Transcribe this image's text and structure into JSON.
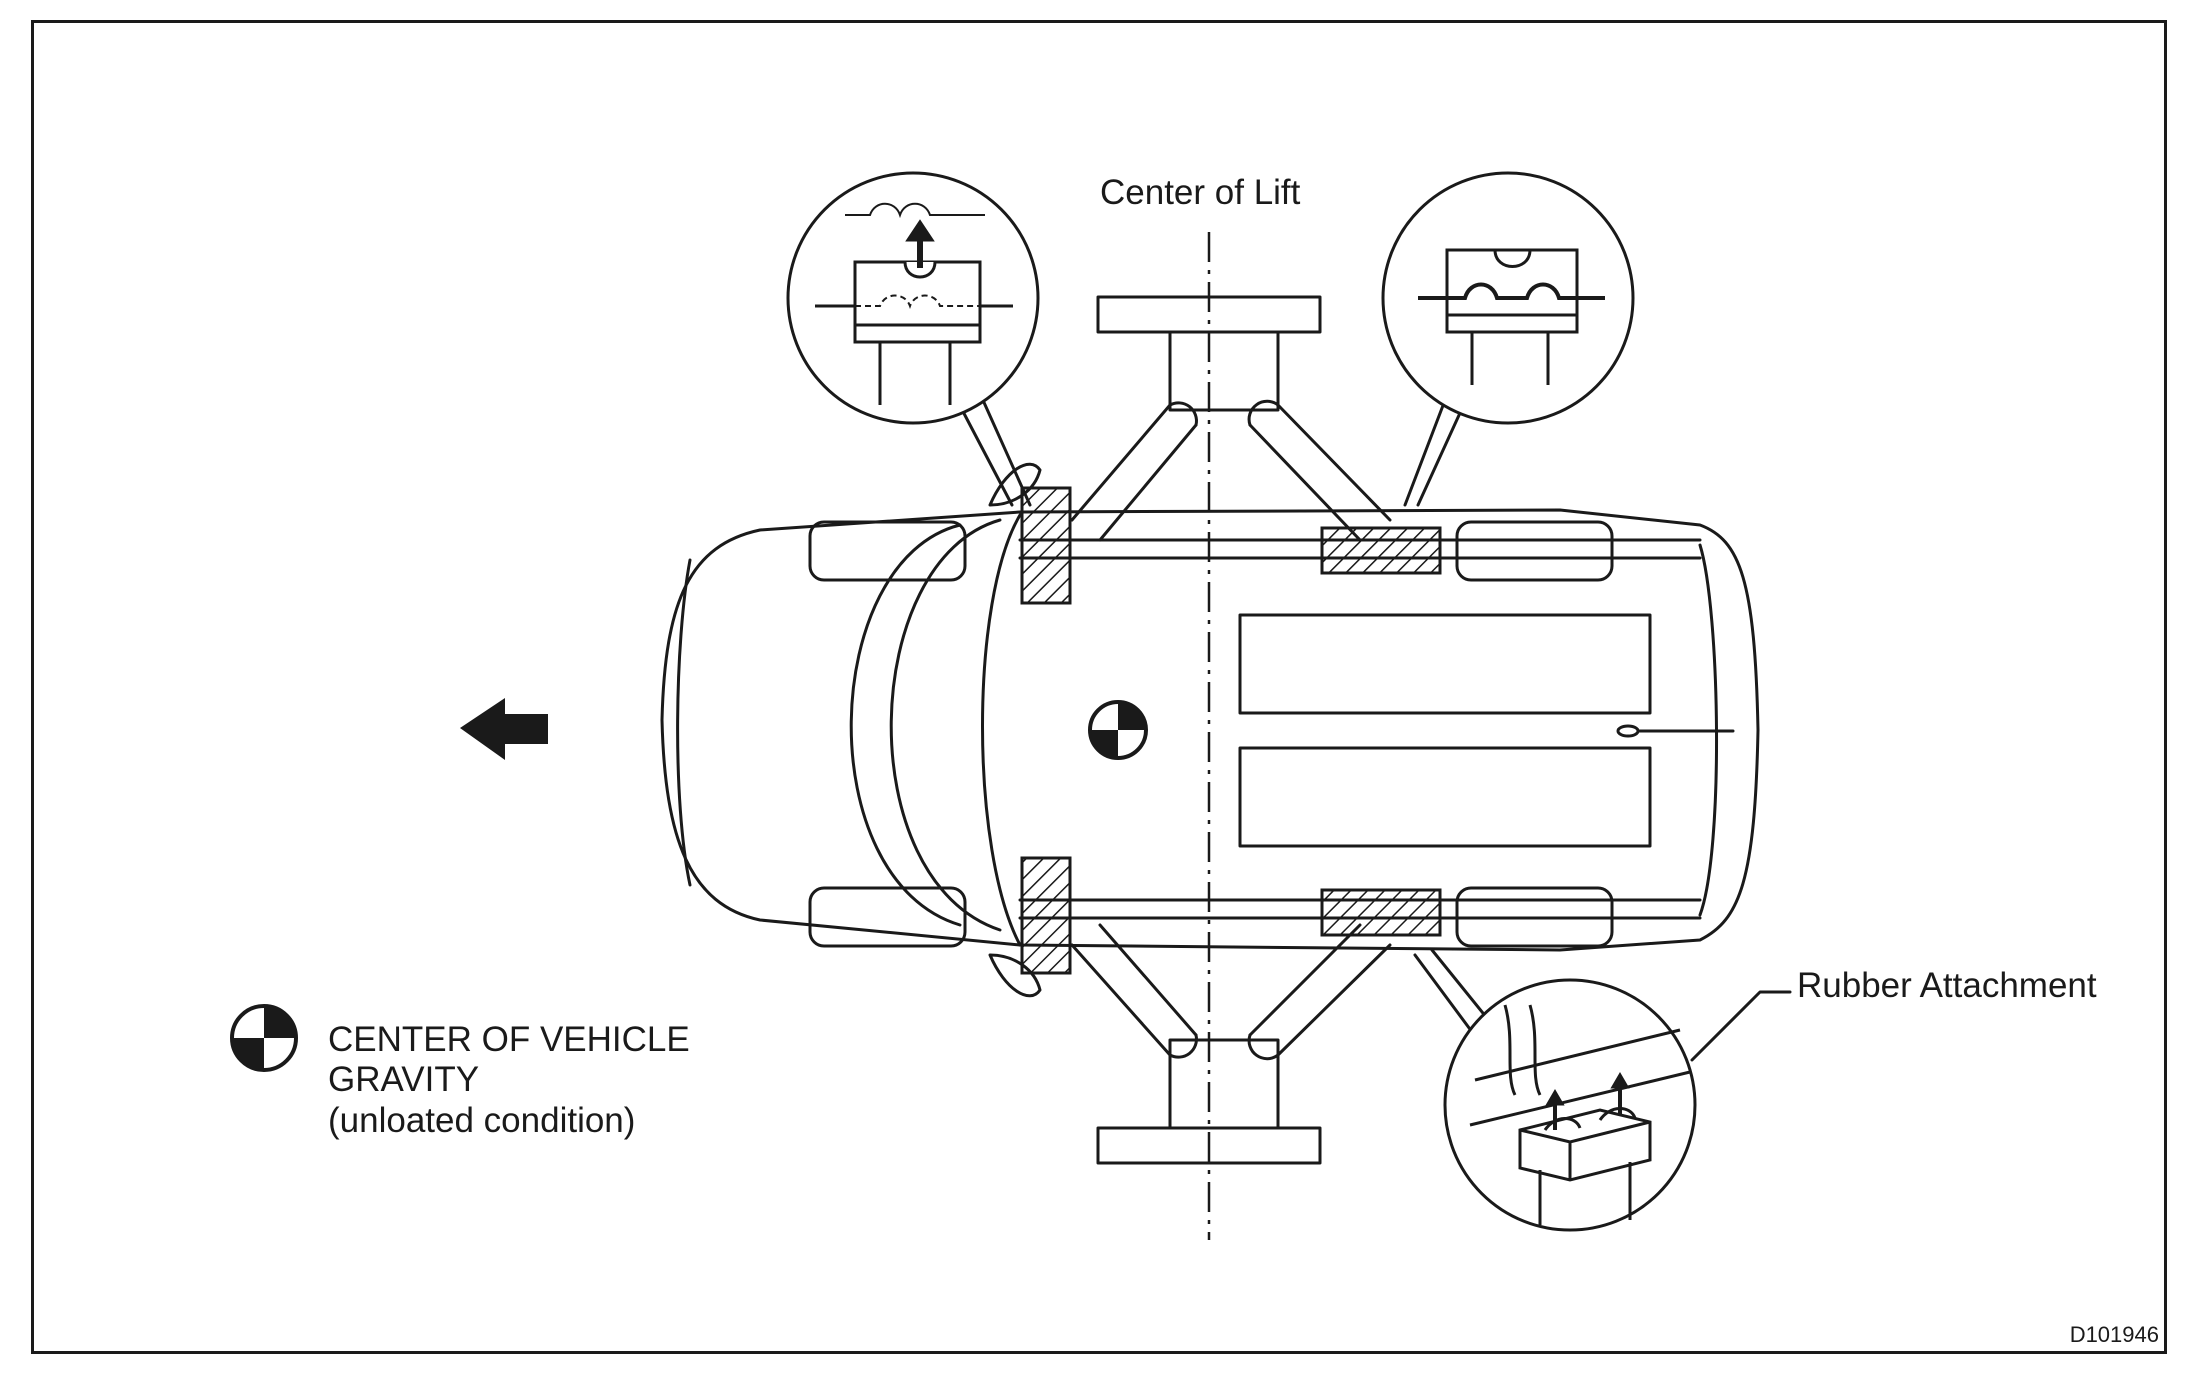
{
  "labels": {
    "center_of_lift": "Center of Lift",
    "rubber_attachment": "Rubber Attachment",
    "figure_id": "D101946"
  },
  "legend": {
    "line1": "CENTER OF VEHICLE",
    "line2": "GRAVITY",
    "line3": "(unloated condition)"
  },
  "colors": {
    "ink": "#1a1a1a",
    "paper": "#ffffff"
  },
  "icons": [
    "center-of-gravity-icon",
    "front-direction-arrow-icon"
  ]
}
